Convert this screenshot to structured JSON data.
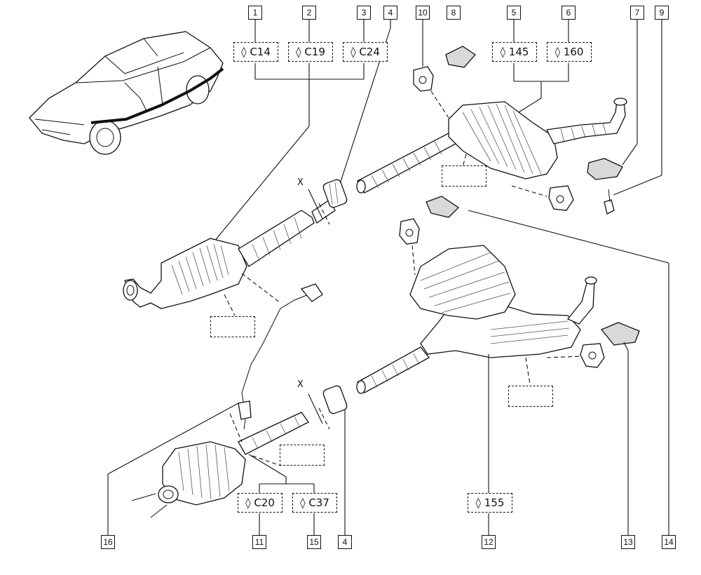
{
  "refs": {
    "r1": "1",
    "r2": "2",
    "r3": "3",
    "r4_top": "4",
    "r10": "10",
    "r8": "8",
    "r5": "5",
    "r6": "6",
    "r7": "7",
    "r9": "9",
    "r16": "16",
    "r11": "11",
    "r15": "15",
    "r4_bottom": "4",
    "r12": "12",
    "r13": "13",
    "r14": "14"
  },
  "variants": {
    "c14": "C14",
    "c19": "C19",
    "c24": "C24",
    "v145": "145",
    "v160": "160",
    "c20": "C20",
    "c37": "C37",
    "v155": "155"
  },
  "variant_symbol": "◊",
  "section_marks": {
    "x_top": "X",
    "x_bottom": "X"
  }
}
